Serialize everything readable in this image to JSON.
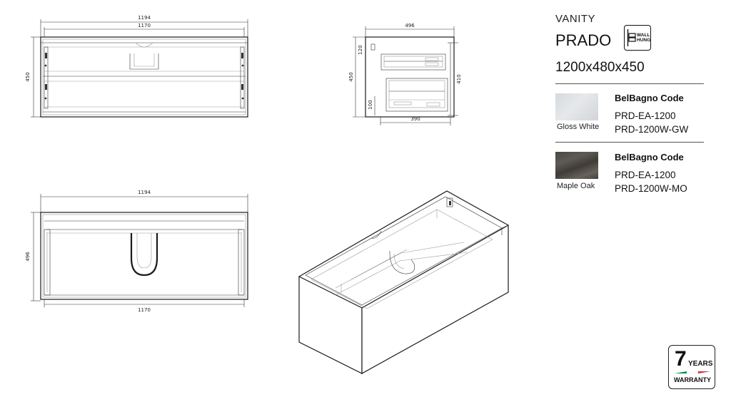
{
  "product": {
    "category": "VANITY",
    "model": "PRADO",
    "mount_badge": {
      "icon": "wall-hung-icon",
      "line1": "WALL",
      "line2": "HUNG"
    },
    "size": "1200x480x450"
  },
  "finishes": [
    {
      "name": "Gloss White",
      "swatch_color": "#dfe1e4",
      "code_heading": "BelBagno Code",
      "codes": [
        "PRD-EA-1200",
        "PRD-1200W-GW"
      ]
    },
    {
      "name": "Maple Oak",
      "swatch_color": "#524e49",
      "code_heading": "BelBagno Code",
      "codes": [
        "PRD-EA-1200",
        "PRD-1200W-MO"
      ]
    }
  ],
  "front_view": {
    "overall_width": "1194",
    "inner_width": "1170",
    "height": "450"
  },
  "side_view": {
    "depth": "496",
    "height": "450",
    "top_drawer": "120",
    "inner_height": "410",
    "bottom_drawer": "100",
    "drawer_depth": "390"
  },
  "top_view": {
    "overall_width": "1194",
    "inner_width": "1170",
    "depth": "496"
  },
  "warranty": {
    "number": "7",
    "years": "YEARS",
    "label": "WARRANTY",
    "flag_colors": [
      "#009246",
      "#ffffff",
      "#ce2b37"
    ]
  }
}
